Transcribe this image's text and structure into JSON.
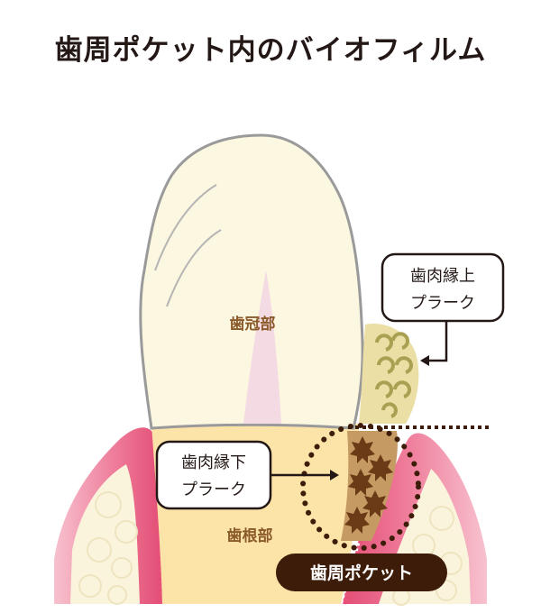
{
  "title": "歯周ポケット内のバイオフィルム",
  "labels": {
    "crown": "歯冠部",
    "root": "歯根部",
    "pocket": "歯周ポケット"
  },
  "callouts": {
    "supragingival": {
      "line1": "歯肉縁上",
      "line2": "プラーク"
    },
    "subgingival": {
      "line1": "歯肉縁下",
      "line2": "プラーク"
    }
  },
  "colors": {
    "gum": "#e8557b",
    "gum_light": "#f4a7bb",
    "bone": "#fbf4dc",
    "crown": "#fcf7e0",
    "root": "#fce3a8",
    "plaque_supra": "#b8b07a",
    "plaque_sub": "#6b3a16",
    "pocket_badge": "#3d1c09"
  }
}
